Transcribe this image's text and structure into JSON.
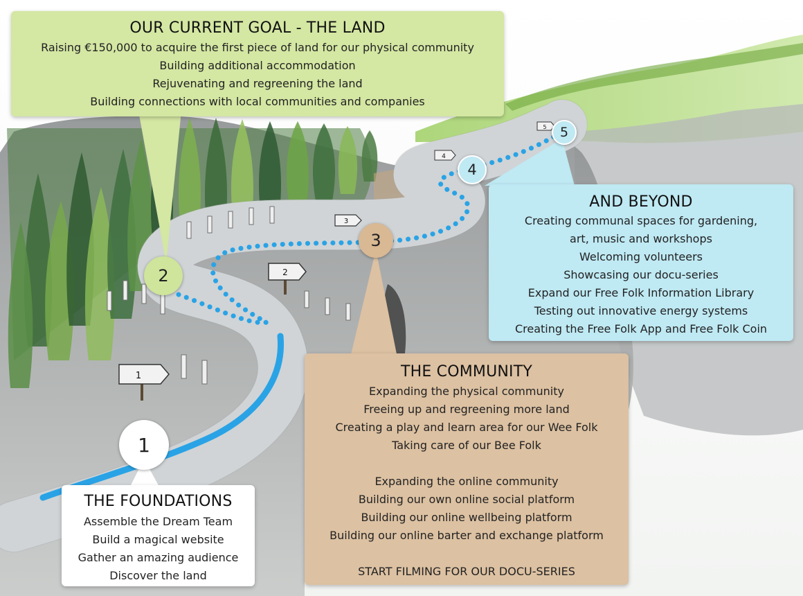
{
  "goal": {
    "title": "OUR CURRENT GOAL - THE LAND",
    "lines": [
      "Raising €150,000 to acquire the first piece of land for our physical community",
      "Building additional accommodation",
      "Rejuvenating and regreening the land",
      "Building connections with local communities and companies"
    ]
  },
  "beyond": {
    "title": "AND BEYOND",
    "lines": [
      "Creating communal spaces for gardening,",
      "art, music and workshops",
      "Welcoming volunteers",
      "Showcasing our docu-series",
      "Expand our Free Folk Information Library",
      "Testing out innovative energy systems",
      "Creating the Free Folk App and Free Folk Coin"
    ]
  },
  "community": {
    "title": "THE COMMUNITY",
    "lines_a": [
      "Expanding the physical community",
      "Freeing up and regreening more land",
      "Creating a play and learn area for our Wee Folk",
      "Taking care of our Bee Folk"
    ],
    "lines_b": [
      "Expanding the online community",
      "Building our own online social platform",
      "Building our online wellbeing platform",
      "Building our online barter and exchange platform"
    ],
    "closing": "START FILMING FOR OUR DOCU-SERIES"
  },
  "foundations": {
    "title": "THE FOUNDATIONS",
    "lines": [
      "Assemble the Dream Team",
      "Build a magical website",
      "Gather an amazing audience",
      "Discover the land"
    ]
  },
  "steps": {
    "one": "1",
    "two": "2",
    "three": "3",
    "four": "4",
    "five": "5"
  },
  "signs": {
    "one": "1",
    "two": "2",
    "three": "3",
    "four": "4",
    "five": "5"
  },
  "colors": {
    "goal": "#d4e7a3",
    "beyond": "#bfe9f3",
    "community": "#dcc1a2",
    "foundations": "#ffffff",
    "path": "#2aa3e6"
  }
}
